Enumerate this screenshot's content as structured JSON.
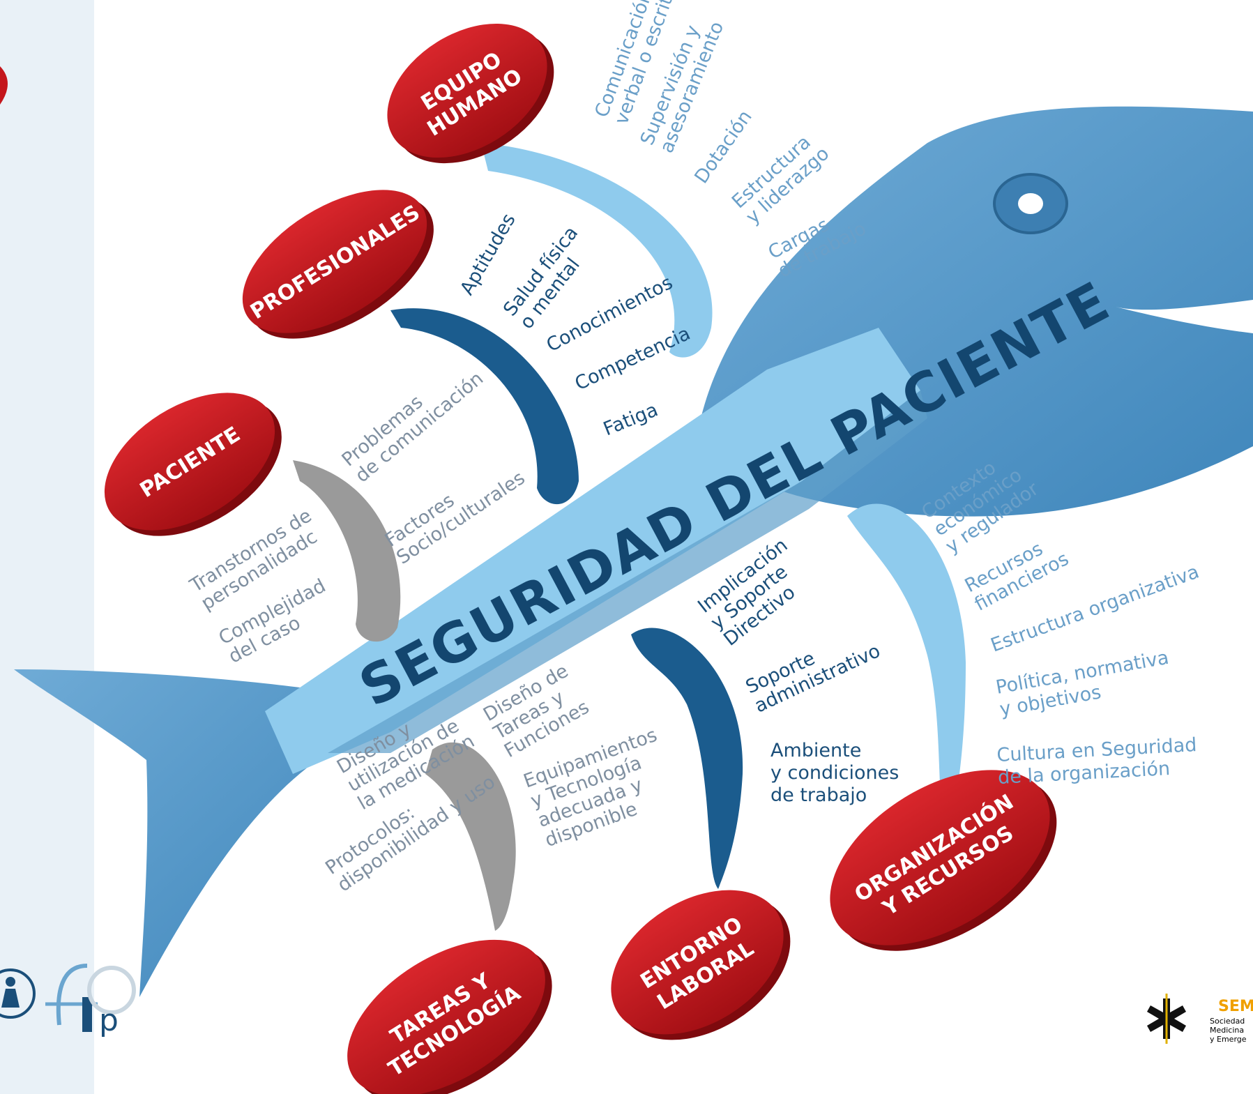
{
  "spine_title": "SEGURIDAD DEL PACIENTE",
  "categories": {
    "equipo_humano": [
      "EQUIPO",
      "HUMANO"
    ],
    "profesionales": [
      "PROFESIONALES"
    ],
    "paciente": [
      "PACIENTE"
    ],
    "tareas_tecnologia": [
      "TAREAS Y",
      "TECNOLOGÍA"
    ],
    "entorno_laboral": [
      "ENTORNO",
      "LABORAL"
    ],
    "organizacion_recursos": [
      "ORGANIZACIÓN",
      "Y RECURSOS"
    ]
  },
  "factors": {
    "equipo_humano": [
      [
        "Comunicación",
        "verbal o escrita"
      ],
      [
        "Supervisión y",
        "asesoramiento"
      ],
      [
        "Dotación"
      ],
      [
        "Estructura",
        "y liderazgo"
      ],
      [
        "Cargas",
        "de trabajo"
      ]
    ],
    "profesionales": [
      [
        "Aptitudes"
      ],
      [
        "Salud física",
        "o mental"
      ],
      [
        "Conocimientos"
      ],
      [
        "Competencia"
      ],
      [
        "Fatiga"
      ]
    ],
    "paciente": [
      [
        "Problemas",
        "de comunicación"
      ],
      [
        "Factores",
        "Socio/culturales"
      ],
      [
        "Transtornos de",
        "personalidadc"
      ],
      [
        "Complejidad",
        "del caso"
      ]
    ],
    "tareas_tecnologia": [
      [
        "Diseño y",
        "utilización de",
        "la medicación"
      ],
      [
        "Protocolos:",
        "disponibilidad y uso"
      ],
      [
        "Diseño de",
        "Tareas y",
        "Funciones"
      ],
      [
        "Equipamientos",
        "y Tecnología",
        "adecuada y",
        "disponible"
      ]
    ],
    "entorno_laboral": [
      [
        "Implicación",
        "y Soporte",
        "Directivo"
      ],
      [
        "Soporte",
        "administrativo"
      ],
      [
        "Ambiente",
        "y condiciones",
        "de trabajo"
      ]
    ],
    "organizacion_recursos": [
      [
        "Contexto",
        "económico",
        "y regulador"
      ],
      [
        "Recursos",
        "financieros"
      ],
      [
        "Estructura organizativa"
      ],
      [
        "Política, normativa",
        "y objetivos"
      ],
      [
        "Cultura en Seguridad",
        "de la organización"
      ]
    ]
  },
  "logos": {
    "left": "fiDp",
    "right_title": "SEM",
    "right_lines": [
      "Sociedad",
      "Medicina",
      "y Emerge"
    ]
  },
  "colors": {
    "red": "#c4161c",
    "fish_blue": "#5f9fcb",
    "light_blue": "#8fcbed",
    "dark_blue": "#1b4f7a",
    "grey": "#9a9a9a",
    "sidebar": "#e9f1f7"
  }
}
